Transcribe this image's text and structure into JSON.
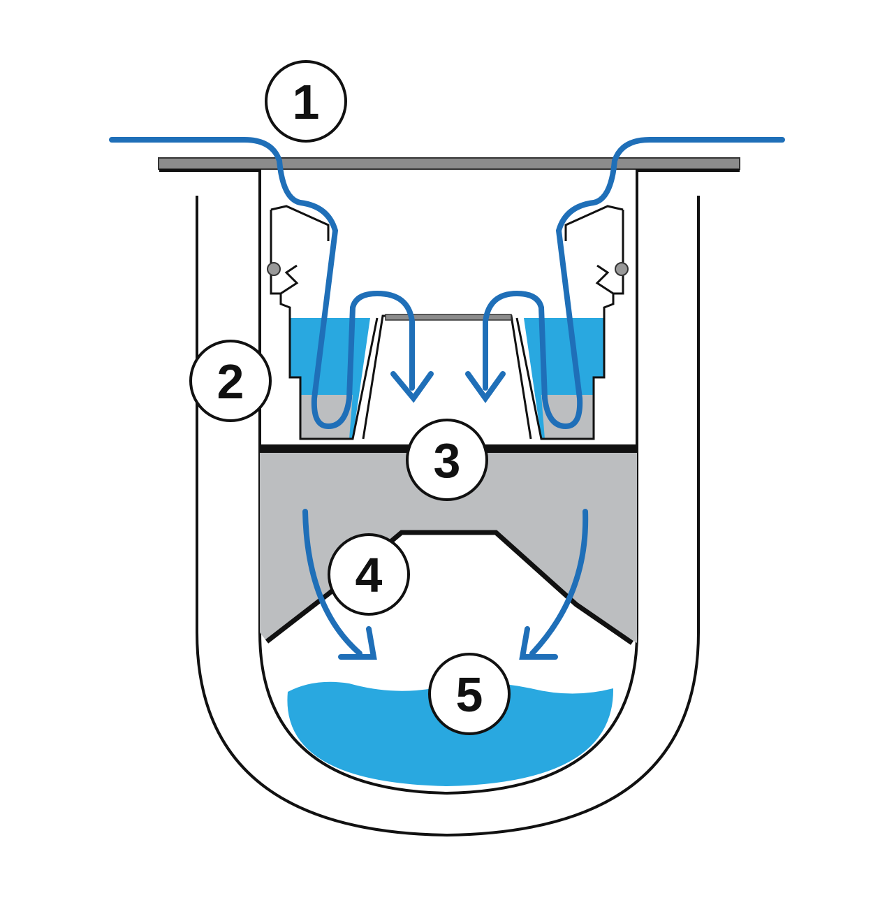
{
  "diagram": {
    "labels": [
      {
        "id": "1",
        "text": "1"
      },
      {
        "id": "2",
        "text": "2"
      },
      {
        "id": "3",
        "text": "3"
      },
      {
        "id": "4",
        "text": "4"
      },
      {
        "id": "5",
        "text": "5"
      }
    ]
  },
  "colors": {
    "water_blue": "#29a8e0",
    "flow_blue": "#1f6fb8",
    "insert_gray": "#bcbec0",
    "outline_black": "#111111",
    "deck_gray": "#8c8c8c"
  }
}
